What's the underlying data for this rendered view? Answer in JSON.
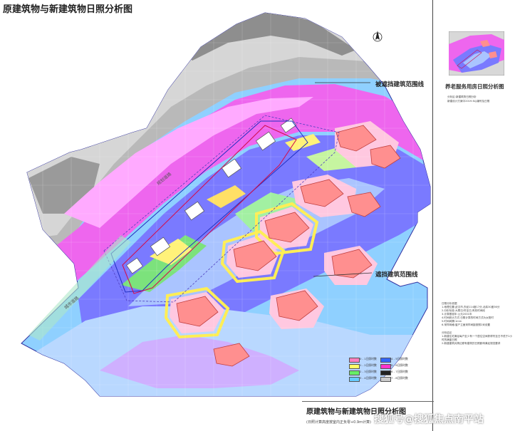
{
  "title": "原建筑物与新建筑物日照分析图",
  "callouts": {
    "shaded_range": "被遮挡建筑范围线",
    "shading_range": "遮挡建筑范围线"
  },
  "legend": [
    {
      "label": "0 - 1日照时数",
      "color": "#ff7fbf"
    },
    {
      "label": "1 - 2日照时数",
      "color": "#ffff66"
    },
    {
      "label": "2 - 3日照时数",
      "color": "#66ee66"
    },
    {
      "label": "3 - 4日照时数",
      "color": "#66ccff"
    },
    {
      "label": "4 - 5日照时数",
      "color": "#3366ff"
    },
    {
      "label": "5 - 6日照时数",
      "color": "#ff33cc"
    },
    {
      "label": "6 - 7日照时数",
      "color": "#222222"
    },
    {
      "label": "7 - 8日照时数",
      "color": "#cccccc"
    }
  ],
  "thumbnail": {
    "title": "养老服务用房日照分析图",
    "note1": "分析区:新建筑物日照分析",
    "note2": "新建设计方案中2019.6以编号及日照"
  },
  "notes": [
    "日照分析依据",
    "1.地理位置:武汉市,东经114度17分,北纬30度36分",
    "2.分析标准:大寒日/冬至日,有效时间段",
    "3.计算基准年:公元2001年",
    "4.时间统计方式:日照计算的时间方式为太阳时",
    "5.时间间隔:1min",
    "6.采样网格:窗户立面采样间距按照2米设置",
    "分析结论",
    "1.新建住宅满足每户至少有一个居住空间获得冬至日不低于2小时的满窗日照",
    "2.新建建筑对周边原有建筑的日照影响满足规范要求"
  ],
  "bottom": {
    "title": "原建筑物与新建筑物日照分析图",
    "subtitle": "(日照计算高度按室内正负零+0.9m计算)"
  },
  "road_labels": [
    "城市道路",
    "规划道路"
  ],
  "watermark": "搜狐号@搜狐焦点南平站"
}
